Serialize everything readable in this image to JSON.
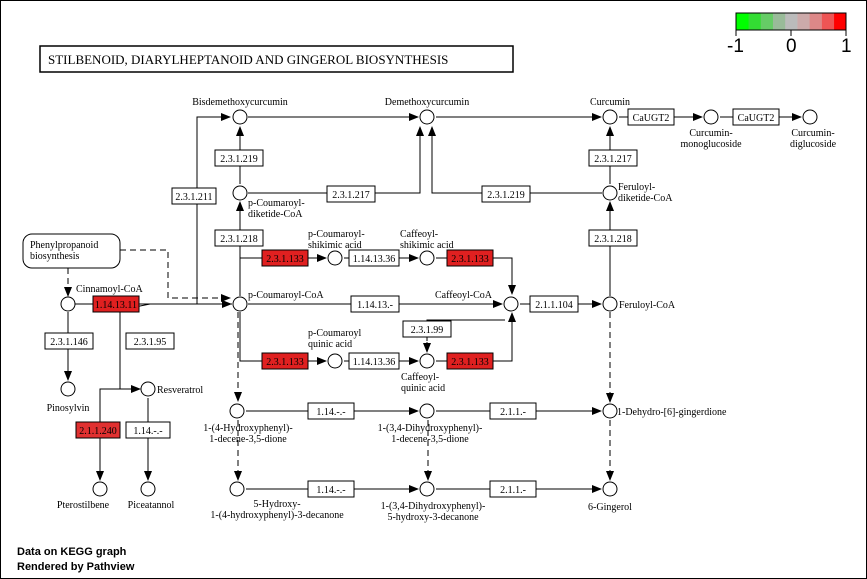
{
  "title": "STILBENOID, DIARYLHEPTANOID AND GINGEROL BIOSYNTHESIS",
  "legend": {
    "ticks": [
      "-1",
      "0",
      "1"
    ],
    "colors": [
      "#00ff00",
      "#33dd33",
      "#66cc66",
      "#99bb99",
      "#bbbbbb",
      "#ccaaaa",
      "#dd8888",
      "#ee5555",
      "#ff0000"
    ]
  },
  "footer": {
    "line1": "Data on KEGG graph",
    "line2": "Rendered by Pathview"
  },
  "link": {
    "label": "Phenylpropanoid\nbiosynthesis"
  },
  "compounds": [
    {
      "id": "bisdemethoxycurcumin",
      "label": "Bisdemethoxycurcumin"
    },
    {
      "id": "demethoxycurcumin",
      "label": "Demethoxycurcumin"
    },
    {
      "id": "curcumin",
      "label": "Curcumin"
    },
    {
      "id": "curcumin-monoglucoside",
      "label": "Curcumin-\nmonoglucoside"
    },
    {
      "id": "curcumin-diglucoside",
      "label": "Curcumin-\ndiglucoside"
    },
    {
      "id": "p-coumaroyl-diketide-coa",
      "label": "p-Coumaroyl-\ndiketide-CoA"
    },
    {
      "id": "feruloyl-diketide-coa",
      "label": "Feruloyl-\ndiketide-CoA"
    },
    {
      "id": "p-coumaroyl-shikimic-acid",
      "label": "p-Coumaroyl-\nshikimic acid"
    },
    {
      "id": "caffeoyl-shikimic-acid",
      "label": "Caffeoyl-\nshikimic acid"
    },
    {
      "id": "cinnamoyl-coa",
      "label": "Cinnamoyl-CoA"
    },
    {
      "id": "p-coumaroyl-coa",
      "label": "p-Coumaroyl-CoA"
    },
    {
      "id": "caffeoyl-coa",
      "label": "Caffeoyl-CoA"
    },
    {
      "id": "feruloyl-coa",
      "label": "Feruloyl-CoA"
    },
    {
      "id": "p-coumaroyl-quinic-acid",
      "label": "p-Coumaroyl\nquinic acid"
    },
    {
      "id": "caffeoyl-quinic-acid",
      "label": "Caffeoyl-\nquinic acid"
    },
    {
      "id": "pinosylvin",
      "label": "Pinosylvin"
    },
    {
      "id": "resveratrol",
      "label": "Resveratrol"
    },
    {
      "id": "pterostilbene",
      "label": "Pterostilbene"
    },
    {
      "id": "piceatannol",
      "label": "Piceatannol"
    },
    {
      "id": "hydroxyphenyl-decene-dione",
      "label": "1-(4-Hydroxyphenyl)-\n1-decene-3,5-dione"
    },
    {
      "id": "dihydroxyphenyl-decene-dione",
      "label": "1-(3,4-Dihydroxyphenyl)-\n1-decene-3,5-dione"
    },
    {
      "id": "dehydro-gingerdione",
      "label": "1-Dehydro-[6]-gingerdione"
    },
    {
      "id": "hydroxy-hydroxyphenyl-decanone",
      "label": "5-Hydroxy-\n1-(4-hydroxyphenyl)-3-decanone"
    },
    {
      "id": "dihydroxyphenyl-hydroxy-decanone",
      "label": "1-(3,4-Dihydroxyphenyl)-\n5-hydroxy-3-decanone"
    },
    {
      "id": "gingerol",
      "label": "6-Gingerol"
    }
  ],
  "enzymes": [
    {
      "id": "e1",
      "label": "CaUGT2",
      "color": "#ffffff"
    },
    {
      "id": "e2",
      "label": "CaUGT2",
      "color": "#ffffff"
    },
    {
      "id": "e3",
      "label": "2.3.1.219",
      "color": "#ffffff"
    },
    {
      "id": "e4",
      "label": "2.3.1.217",
      "color": "#ffffff"
    },
    {
      "id": "e5",
      "label": "2.3.1.211",
      "color": "#ffffff"
    },
    {
      "id": "e6",
      "label": "2.3.1.217",
      "color": "#ffffff"
    },
    {
      "id": "e7",
      "label": "2.3.1.219",
      "color": "#ffffff"
    },
    {
      "id": "e8",
      "label": "2.3.1.218",
      "color": "#ffffff"
    },
    {
      "id": "e9",
      "label": "2.3.1.218",
      "color": "#ffffff"
    },
    {
      "id": "e10",
      "label": "2.3.1.133",
      "color": "#e02020"
    },
    {
      "id": "e11",
      "label": "1.14.13.36",
      "color": "#ffffff"
    },
    {
      "id": "e12",
      "label": "2.3.1.133",
      "color": "#e02020"
    },
    {
      "id": "e13",
      "label": "1.14.13.11",
      "color": "#e02020"
    },
    {
      "id": "e14",
      "label": "1.14.13.-",
      "color": "#ffffff"
    },
    {
      "id": "e15",
      "label": "2.1.1.104",
      "color": "#ffffff"
    },
    {
      "id": "e16",
      "label": "2.3.1.99",
      "color": "#ffffff"
    },
    {
      "id": "e17",
      "label": "2.3.1.133",
      "color": "#e02020"
    },
    {
      "id": "e18",
      "label": "1.14.13.36",
      "color": "#ffffff"
    },
    {
      "id": "e19",
      "label": "2.3.1.133",
      "color": "#e02020"
    },
    {
      "id": "e20",
      "label": "2.3.1.146",
      "color": "#ffffff"
    },
    {
      "id": "e21",
      "label": "2.3.1.95",
      "color": "#ffffff"
    },
    {
      "id": "e22",
      "label": "2.1.1.240",
      "color": "#e03030"
    },
    {
      "id": "e23",
      "label": "1.14.-.-",
      "color": "#ffffff"
    },
    {
      "id": "e24",
      "label": "1.14.-.-",
      "color": "#ffffff"
    },
    {
      "id": "e25",
      "label": "2.1.1.-",
      "color": "#ffffff"
    },
    {
      "id": "e26",
      "label": "1.14.-.-",
      "color": "#ffffff"
    },
    {
      "id": "e27",
      "label": "2.1.1.-",
      "color": "#ffffff"
    }
  ]
}
